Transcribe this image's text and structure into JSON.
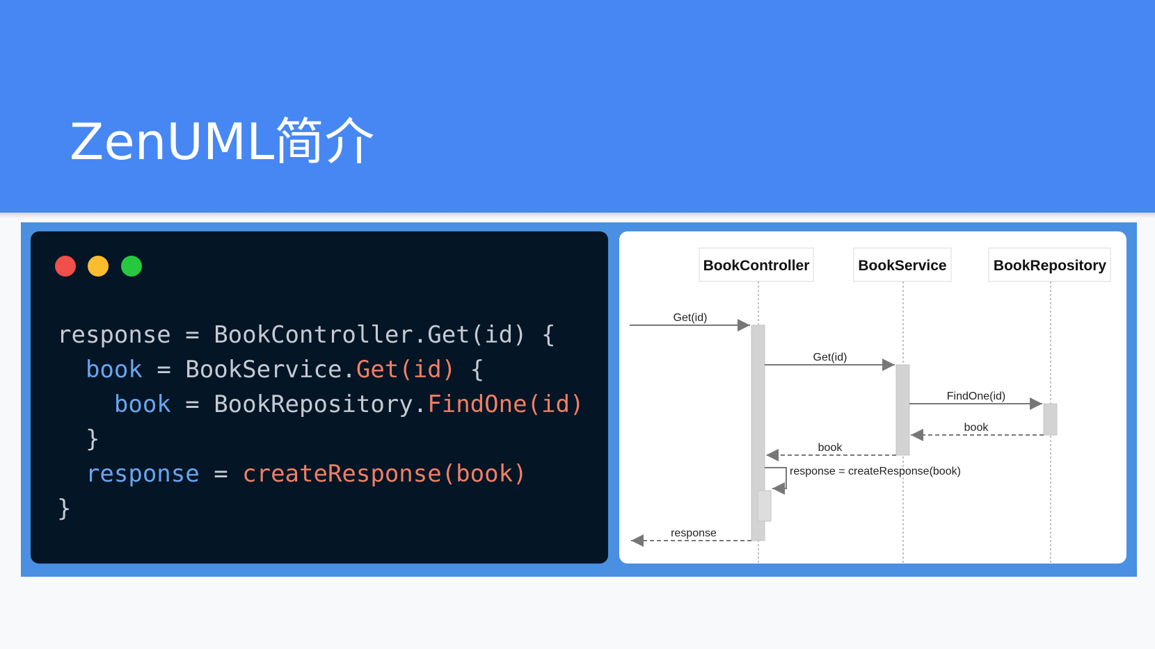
{
  "slide": {
    "title": "ZenUML简介"
  },
  "colors": {
    "header": "#4687f4",
    "frame": "#4a90e2",
    "code_background": "#041526",
    "code_plain": "#c5cbd3",
    "code_variable": "#6aa4ee",
    "code_call": "#f07f63"
  },
  "code": {
    "window_controls": [
      "close-dot-red",
      "minimize-dot-yellow",
      "maximize-dot-green"
    ],
    "lines": [
      {
        "indent": "",
        "a": "response",
        "b": " = ",
        "c": "BookController.Get(id) {",
        "d": ""
      },
      {
        "indent": "  ",
        "a": "book",
        "b": " = ",
        "c": "BookService.",
        "d": "Get(id)",
        "e": " {"
      },
      {
        "indent": "    ",
        "a": "book",
        "b": " = ",
        "c": "BookRepository.",
        "d": "FindOne(id)"
      },
      {
        "indent": "  ",
        "a": "}"
      },
      {
        "indent": "  ",
        "a": "response",
        "b": " = ",
        "d": "createResponse(book)"
      },
      {
        "indent": "",
        "a": "}"
      }
    ]
  },
  "diagram": {
    "participants": [
      "BookController",
      "BookService",
      "BookRepository"
    ],
    "messages": [
      {
        "label": "Get(id)",
        "from": "caller",
        "to": "BookController",
        "kind": "sync"
      },
      {
        "label": "Get(id)",
        "from": "BookController",
        "to": "BookService",
        "kind": "sync"
      },
      {
        "label": "FindOne(id)",
        "from": "BookService",
        "to": "BookRepository",
        "kind": "sync"
      },
      {
        "label": "book",
        "from": "BookRepository",
        "to": "BookService",
        "kind": "return"
      },
      {
        "label": "book",
        "from": "BookService",
        "to": "BookController",
        "kind": "return"
      },
      {
        "label": "response = createResponse(book)",
        "from": "BookController",
        "to": "BookController",
        "kind": "self"
      },
      {
        "label": "response",
        "from": "BookController",
        "to": "caller",
        "kind": "return"
      }
    ]
  }
}
